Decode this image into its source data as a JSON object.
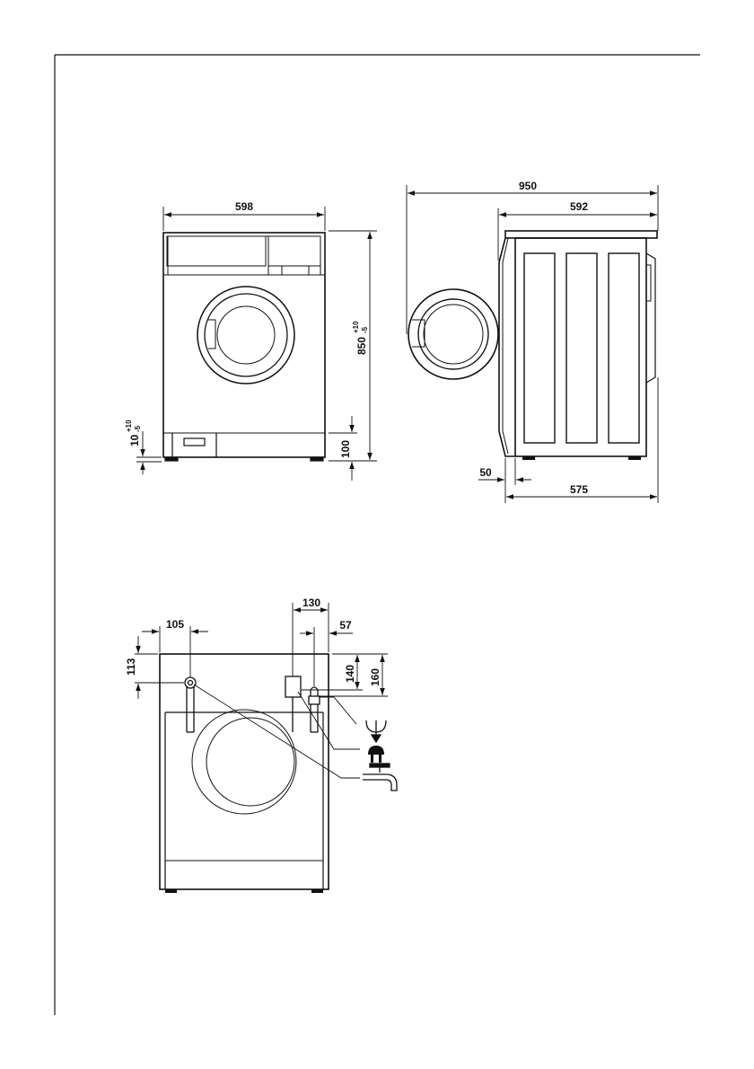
{
  "front_view": {
    "width_dim": "598",
    "height_dim": "850",
    "height_tol_plus": "+10",
    "height_tol_minus": "-5",
    "feet_dim": "10",
    "feet_tol_plus": "+10",
    "feet_tol_minus": "-5",
    "plinth_dim": "100"
  },
  "side_view": {
    "depth_door_open": "950",
    "depth_total": "592",
    "depth_body": "575",
    "foot_offset": "50"
  },
  "rear_view": {
    "inlet_offset_x": "105",
    "inlet_offset_y": "113",
    "outlet_span": "130",
    "drain_offset_x": "57",
    "cable_height": "140",
    "drain_height": "160"
  },
  "icons": [
    "drain-icon",
    "power-plug-icon",
    "water-tap-icon"
  ]
}
